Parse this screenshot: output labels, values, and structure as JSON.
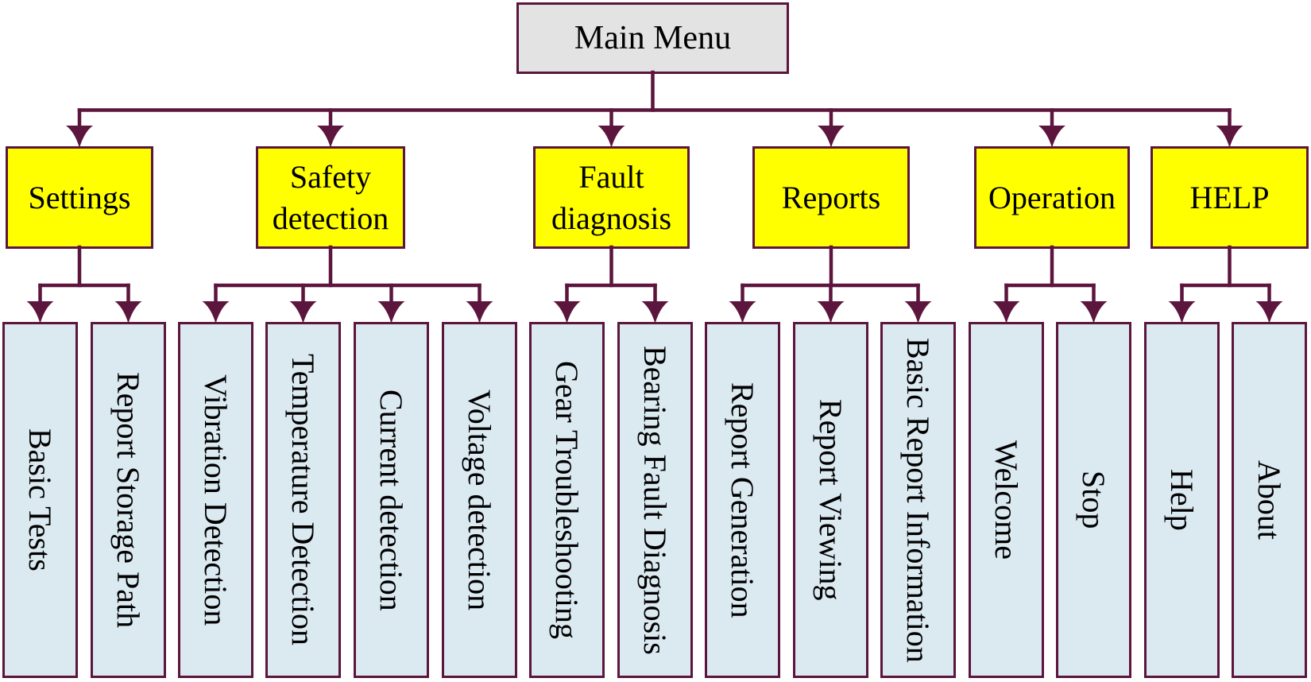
{
  "diagram": {
    "root_label": "Main Menu",
    "groups": [
      {
        "label": "Settings",
        "children": [
          "Basic Tests",
          "Report Storage Path"
        ]
      },
      {
        "label": "Safety detection",
        "children": [
          "Vibration Detection",
          "Temperature Detection",
          "Current detection",
          "Voltage detection"
        ]
      },
      {
        "label": "Fault diagnosis",
        "children": [
          "Gear Troubleshooting",
          "Bearing Fault Diagnosis"
        ]
      },
      {
        "label": "Reports",
        "children": [
          "Report Generation",
          "Report Viewing",
          "Basic Report Information"
        ]
      },
      {
        "label": "Operation",
        "children": [
          "Welcome",
          "Stop"
        ]
      },
      {
        "label": "HELP",
        "children": [
          "Help",
          "About"
        ]
      }
    ],
    "colors": {
      "line": "#5c153c",
      "root_fill": "#e3e3e3",
      "menu_fill": "#ffff00",
      "submenu_fill": "#dbe9f1",
      "text": "#000000"
    }
  }
}
